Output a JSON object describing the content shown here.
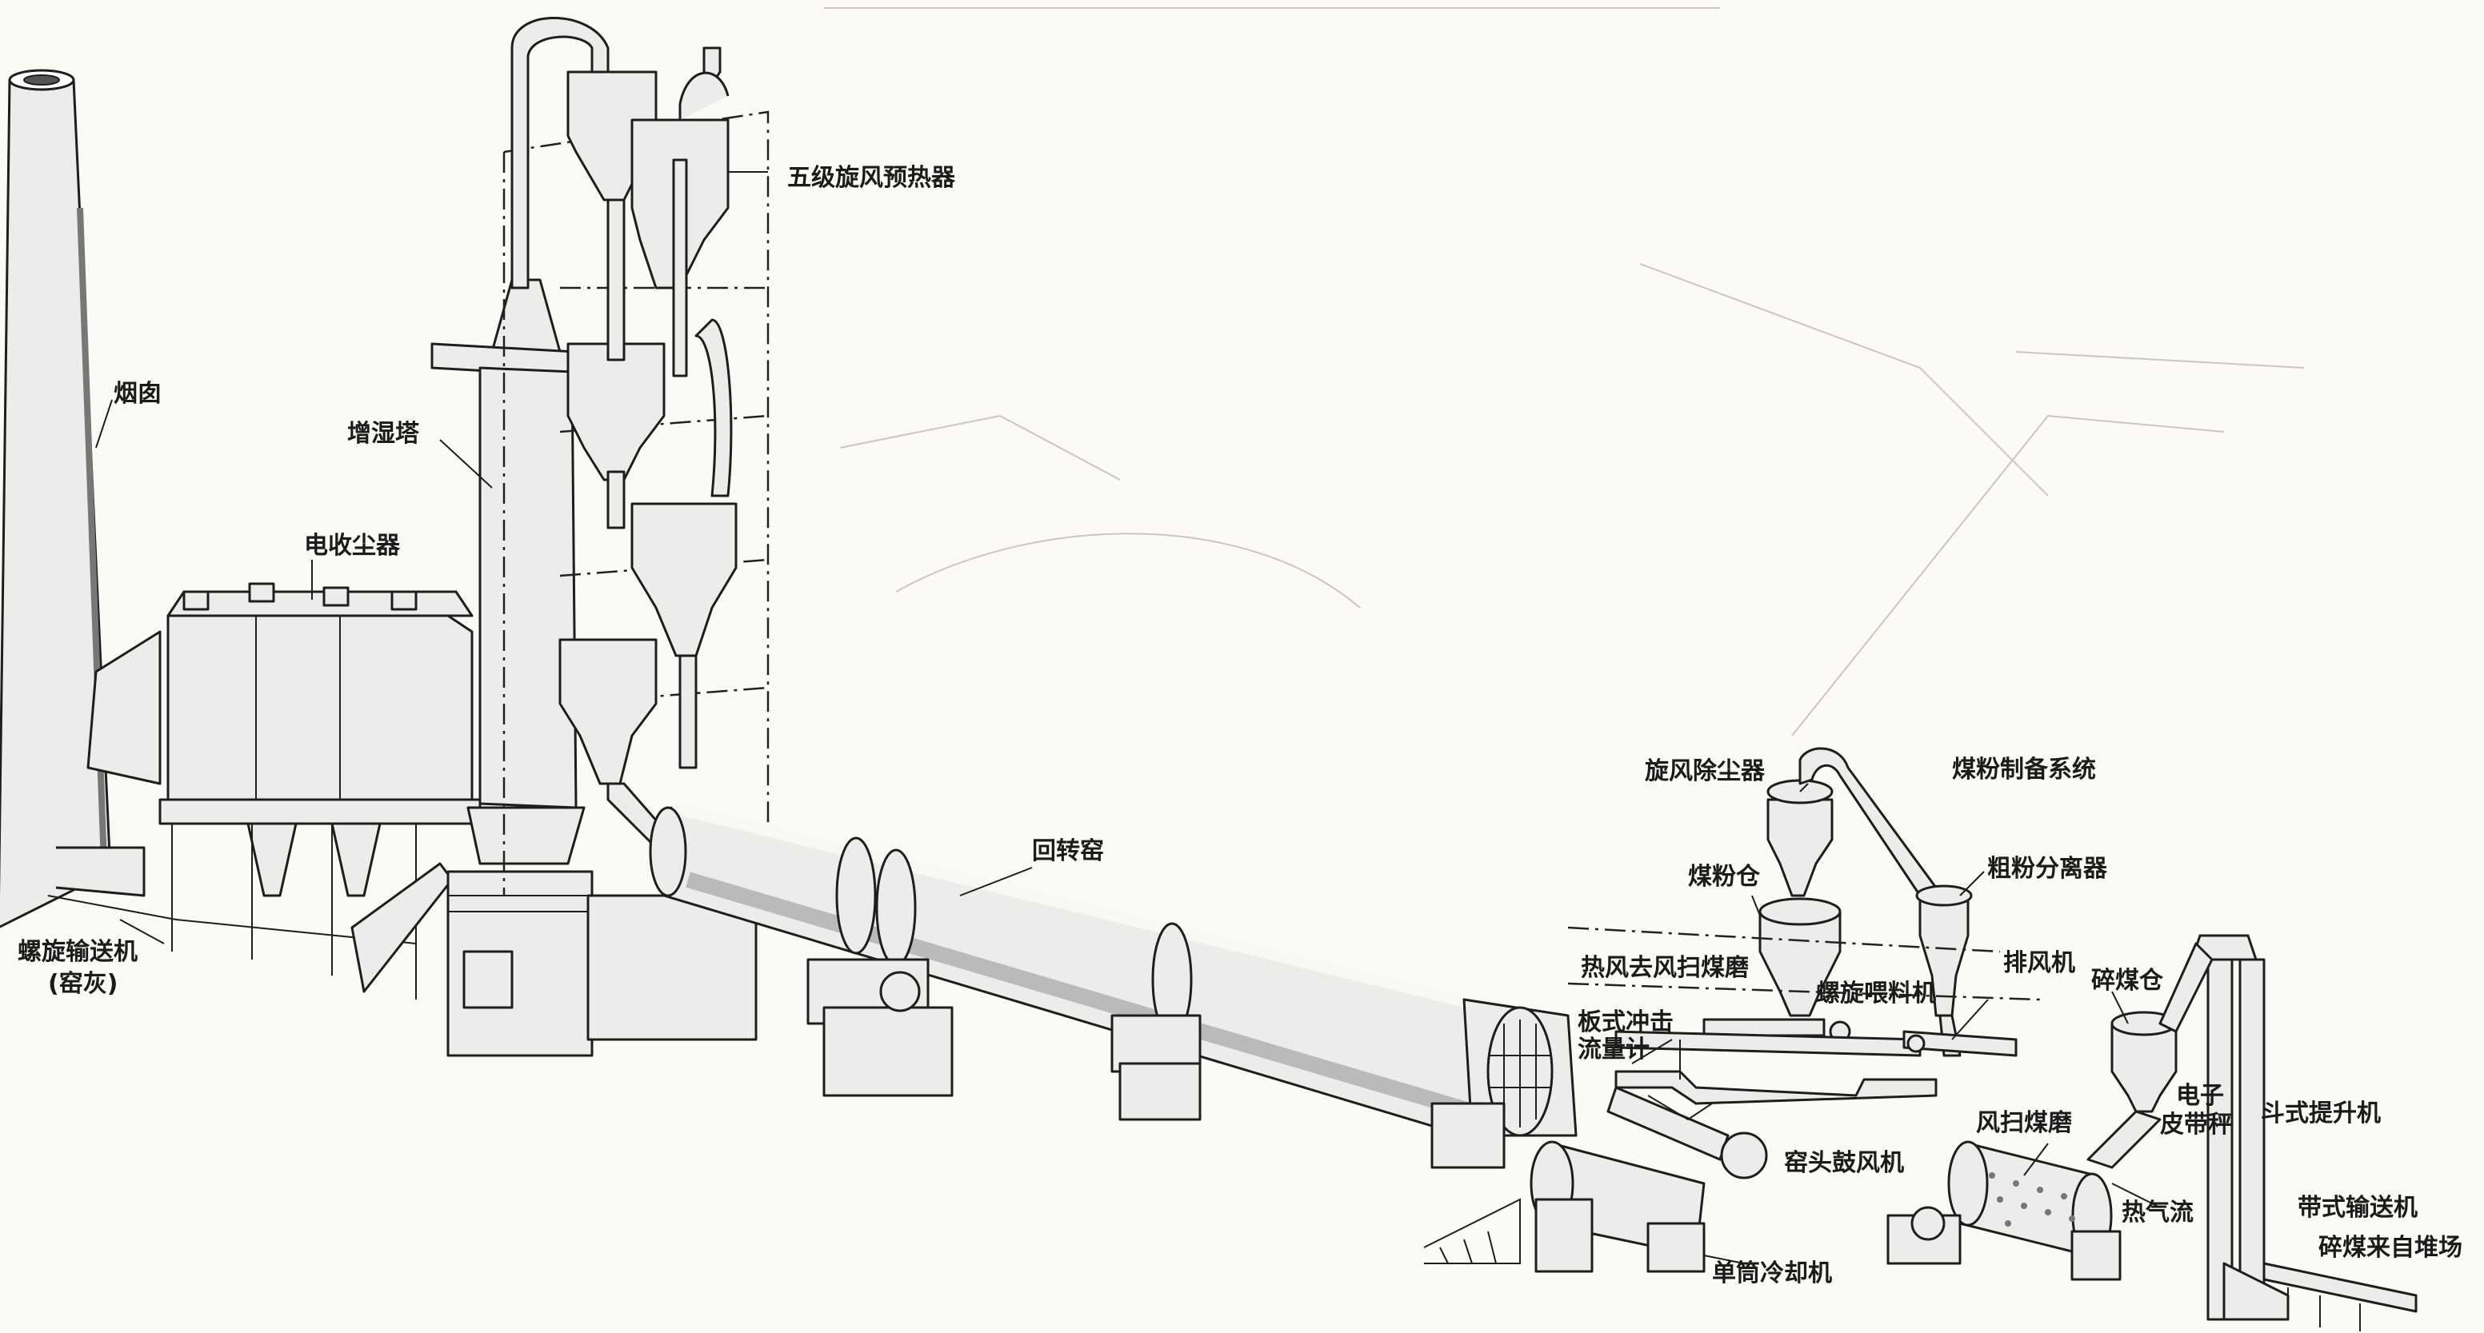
{
  "labels": {
    "chimney": "烟囱",
    "humidifier_tower": "增湿塔",
    "electrostatic_precipitator": "电收尘器",
    "screw_conveyor_line1": "螺旋输送机",
    "screw_conveyor_line2": "(窑灰)",
    "preheater": "五级旋风预热器",
    "rotary_kiln": "回转窑",
    "cyclone_dust_collector": "旋风除尘器",
    "coal_prep_system": "煤粉制备系统",
    "coal_powder_bin": "煤粉仓",
    "coarse_separator": "粗粉分离器",
    "hot_air_to_mill": "热风去风扫煤磨",
    "screw_feeder": "螺旋喂料机",
    "exhaust_fan": "排风机",
    "crushed_coal_bin": "碎煤仓",
    "flowmeter_line1": "板式冲击",
    "flowmeter_line2": "流量计",
    "electronic_scale_line1": "电子",
    "electronic_scale_line2": "皮带秤",
    "bucket_elevator": "斗式提升机",
    "kiln_head_blower": "窑头鼓风机",
    "air_swept_mill": "风扫煤磨",
    "hot_air_flow": "热气流",
    "belt_conveyor": "带式输送机",
    "coal_from_yard": "碎煤来自堆场",
    "single_cooler": "单筒冷却机"
  },
  "colors": {
    "ink": "#1e1e1e",
    "paper": "#fbfaf5",
    "metal": "#ececea",
    "shade": "#b9b9b4"
  }
}
